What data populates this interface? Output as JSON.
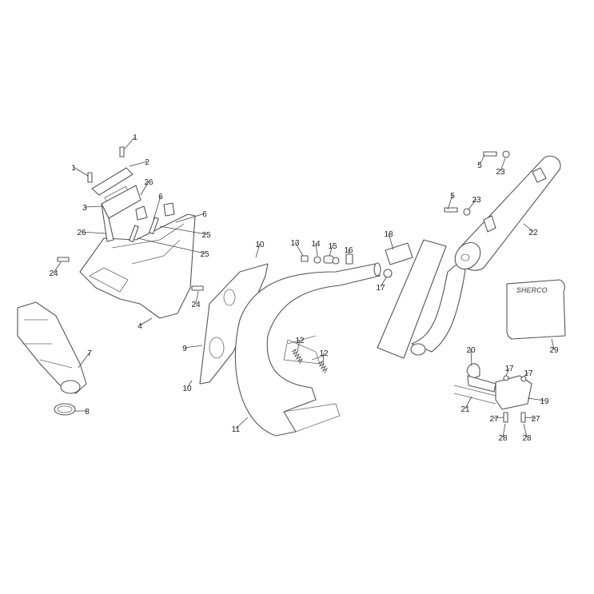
{
  "diagram": {
    "title": "Exhaust system and air box exploded view",
    "brand_logo_text": "SHERCO",
    "callouts": [
      "1",
      "2",
      "1",
      "26",
      "3",
      "6",
      "6",
      "26",
      "25",
      "25",
      "24",
      "24",
      "4",
      "7",
      "8",
      "9",
      "10",
      "10",
      "11",
      "12",
      "12",
      "13",
      "14",
      "15",
      "16",
      "17",
      "18",
      "5",
      "23",
      "5",
      "23",
      "22",
      "29",
      "20",
      "17",
      "17",
      "19",
      "21",
      "27",
      "27",
      "28",
      "28"
    ]
  }
}
